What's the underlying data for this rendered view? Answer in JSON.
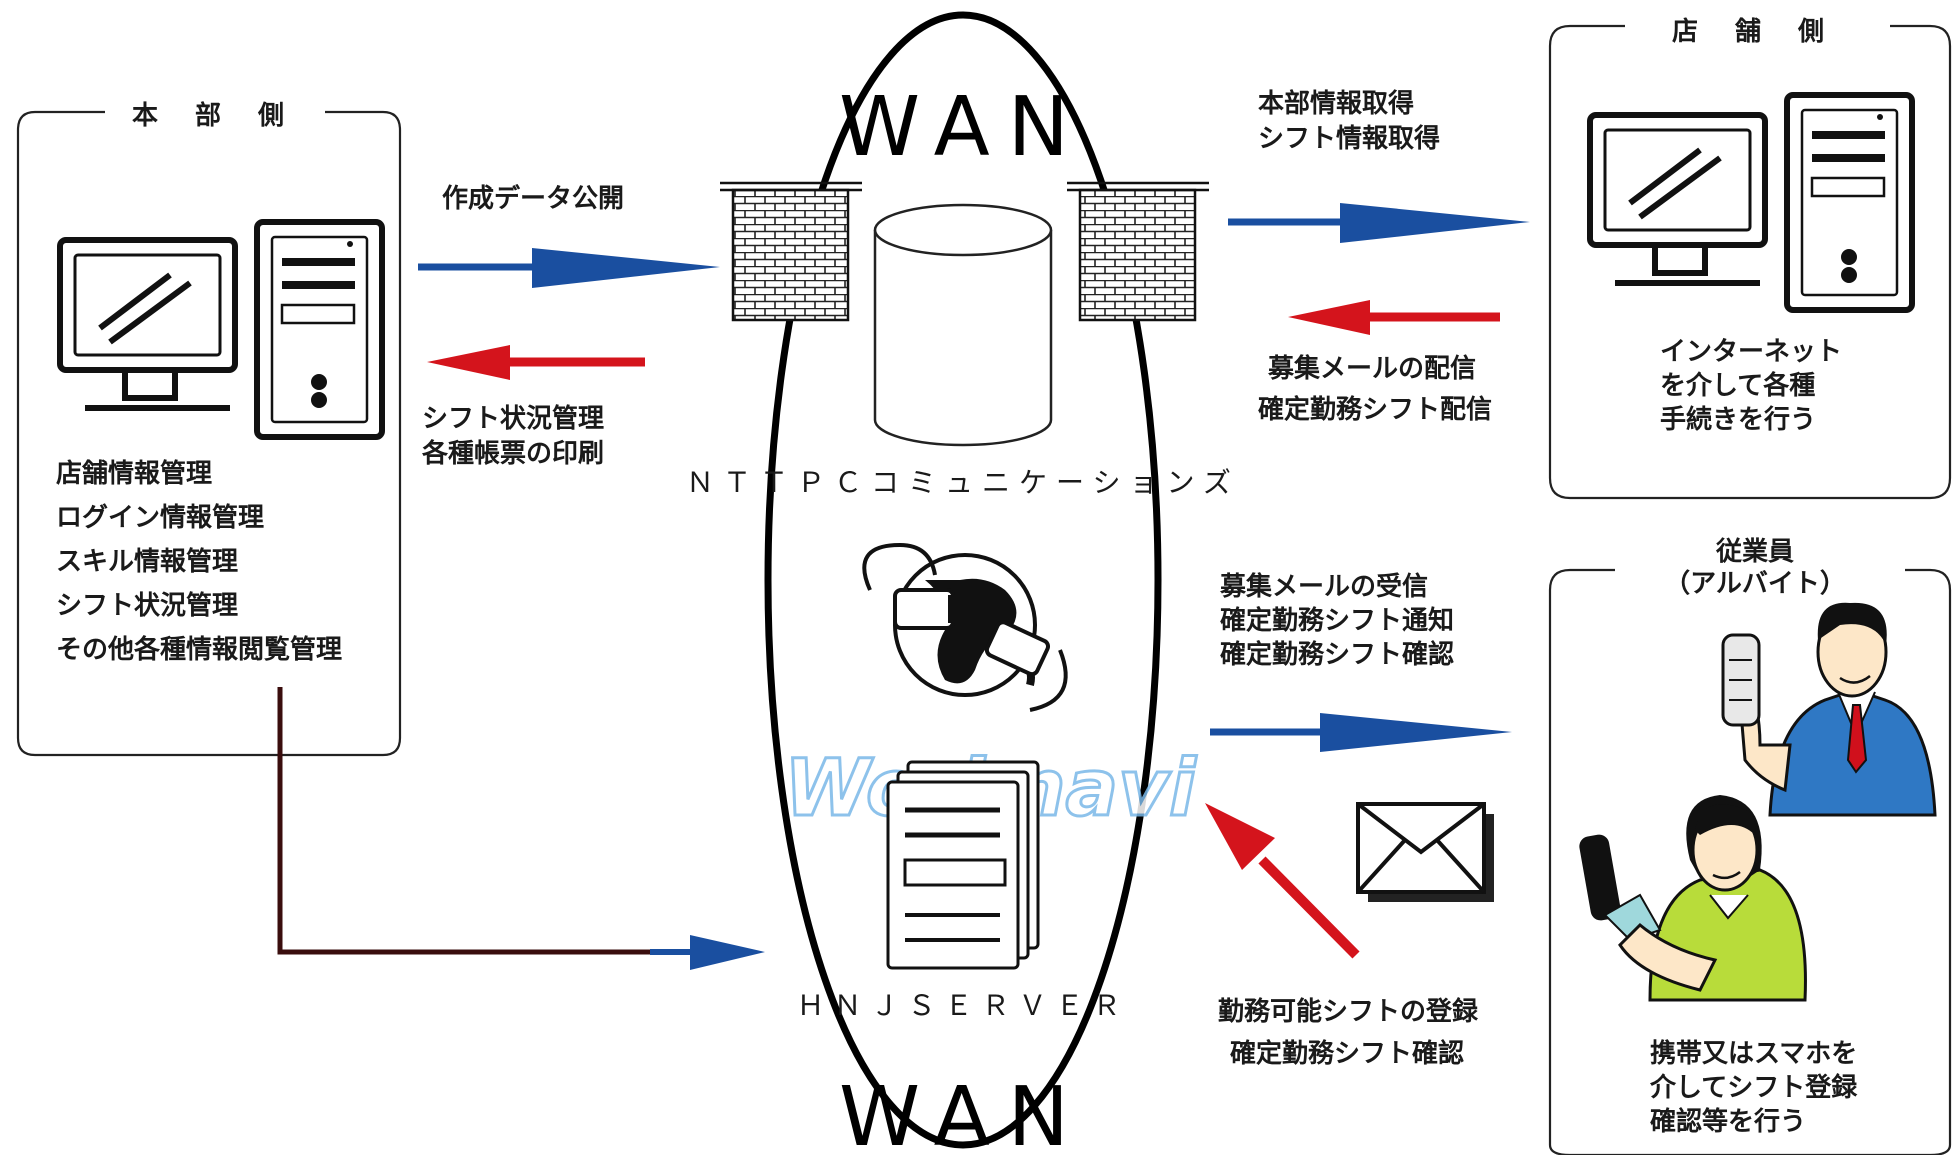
{
  "hq": {
    "title": "本 部 側",
    "items": [
      "店舗情報管理",
      "ログイン情報管理",
      "スキル情報管理",
      "シフト状況管理",
      "その他各種情報閲覧管理"
    ]
  },
  "store": {
    "title": "店 舗 側",
    "desc": [
      "インターネット",
      "を介して各種",
      "手続きを行う"
    ]
  },
  "employee": {
    "title": [
      "従業員",
      "（アルバイト）"
    ],
    "desc": [
      "携帯又はスマホを",
      "介してシフト登録",
      "確認等を行う"
    ]
  },
  "wan": {
    "top": "WAN",
    "bottom": "WAN"
  },
  "center": {
    "provider": "ＮＴＴＰＣコミュニケーションズ",
    "logo": "Worknavi",
    "server": "ＨＮＪＳＥＲＶＥＲ"
  },
  "flows": {
    "publish": "作成データ公開",
    "hq_receive": [
      "シフト状況管理",
      "各種帳票の印刷"
    ],
    "store_get": [
      "本部情報取得",
      "シフト情報取得"
    ],
    "store_send": [
      "募集メールの配信",
      "確定勤務シフト配信"
    ],
    "emp_receive": [
      "募集メールの受信",
      "確定勤務シフト通知",
      "確定勤務シフト確認"
    ],
    "emp_register": [
      "勤務可能シフトの登録",
      "確定勤務シフト確認"
    ]
  },
  "colors": {
    "blue_arrow": "#1a4fa0",
    "red_arrow": "#d4141c",
    "dark_line": "#3a0d0d"
  }
}
